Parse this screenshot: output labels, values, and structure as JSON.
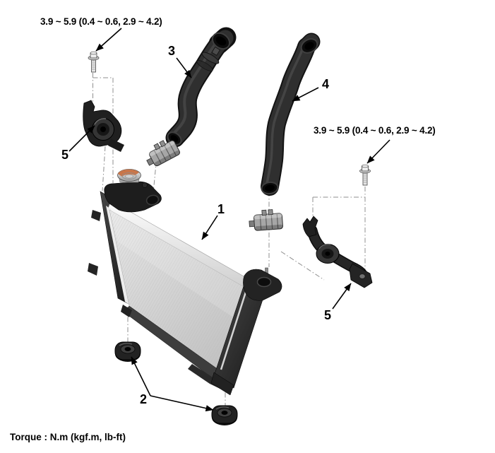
{
  "page": {
    "background_color": "#ffffff"
  },
  "notes": {
    "torque_left": "3.9 ~ 5.9 (0.4 ~ 0.6, 2.9 ~ 4.2)",
    "torque_right": "3.9 ~ 5.9 (0.4 ~ 0.6, 2.9 ~ 4.2)",
    "footer": "Torque : N.m (kgf.m, lb-ft)"
  },
  "callouts": {
    "radiator": "1",
    "mounting_insulators": "2",
    "upper_hose": "3",
    "lower_hose": "4",
    "bracket_left": "5",
    "bracket_right": "5"
  },
  "colors": {
    "text": "#000000",
    "callout_line": "#000000",
    "center_line": "#8f8f8f",
    "hose": "#2f2f2f",
    "radiator_core": "#d6d6d6",
    "radiator_tank": "#262626",
    "cap_accent": "#c9764a",
    "clamp": "#a6a6a6"
  }
}
